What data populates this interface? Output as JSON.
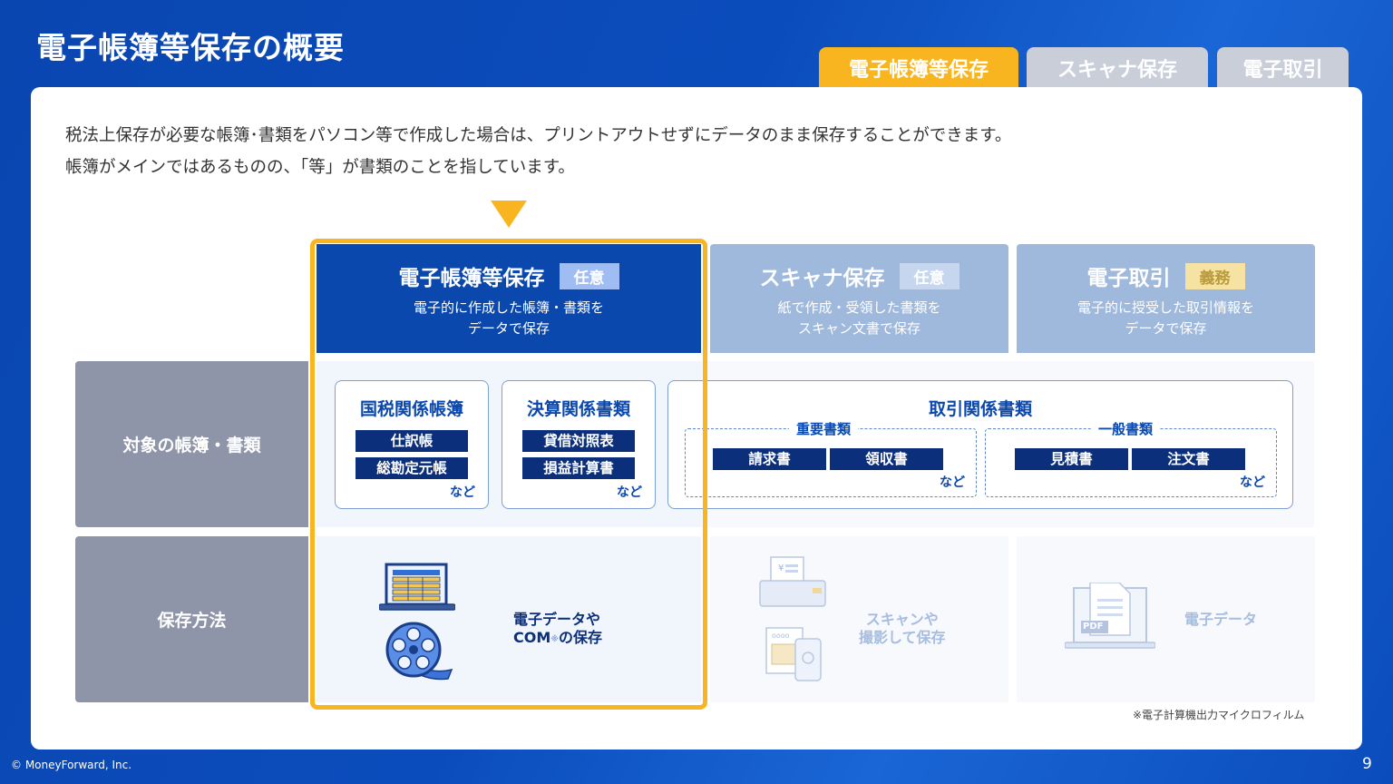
{
  "page": {
    "title": "電子帳簿等保存の概要",
    "page_number": "9",
    "copyright": "© MoneyForward, Inc.",
    "footnote": "※電子計算機出力マイクロフィルム"
  },
  "tabs": [
    {
      "label": "電子帳簿等保存",
      "active": true
    },
    {
      "label": "スキャナ保存",
      "active": false
    },
    {
      "label": "電子取引",
      "active": false
    }
  ],
  "intro": {
    "line1": "税法上保存が必要な帳簿･書類をパソコン等で作成した場合は、プリントアウトせずにデータのまま保存することができます。",
    "line2": "帳簿がメインではあるものの、「等」が書類のことを指しています。"
  },
  "columns": [
    {
      "title": "電子帳簿等保存",
      "badge": "任意",
      "desc1": "電子的に作成した帳簿・書類を",
      "desc2": "データで保存"
    },
    {
      "title": "スキャナ保存",
      "badge": "任意",
      "desc1": "紙で作成・受領した書類を",
      "desc2": "スキャン文書で保存"
    },
    {
      "title": "電子取引",
      "badge": "義務",
      "desc1": "電子的に授受した取引情報を",
      "desc2": "データで保存"
    }
  ],
  "rows": {
    "documents_label": "対象の帳簿・書類",
    "method_label": "保存方法"
  },
  "doc_groups": {
    "kokuzei": {
      "title": "国税関係帳簿",
      "items": [
        "仕訳帳",
        "総勘定元帳"
      ],
      "etc": "など"
    },
    "kessan": {
      "title": "決算関係書類",
      "items": [
        "貸借対照表",
        "損益計算書"
      ],
      "etc": "など"
    },
    "torihiki": {
      "title": "取引関係書類",
      "important": {
        "label": "重要書類",
        "items": [
          "請求書",
          "領収書"
        ],
        "etc": "など"
      },
      "general": {
        "label": "一般書類",
        "items": [
          "見積書",
          "注文書"
        ],
        "etc": "など"
      }
    }
  },
  "methods": {
    "electronic": {
      "line1": "電子データや",
      "line2_prefix": "COM",
      "line2_mark": "※",
      "line2_suffix": "の保存"
    },
    "scanner": {
      "line1": "スキャンや",
      "line2": "撮影して保存"
    },
    "transaction": {
      "line1": "電子データ",
      "pdf_label": "PDF"
    }
  },
  "colors": {
    "navy": "#0b48ad",
    "accent": "#f8b51f",
    "faded": "#9fb9dc",
    "row_label": "#8f95a8"
  }
}
